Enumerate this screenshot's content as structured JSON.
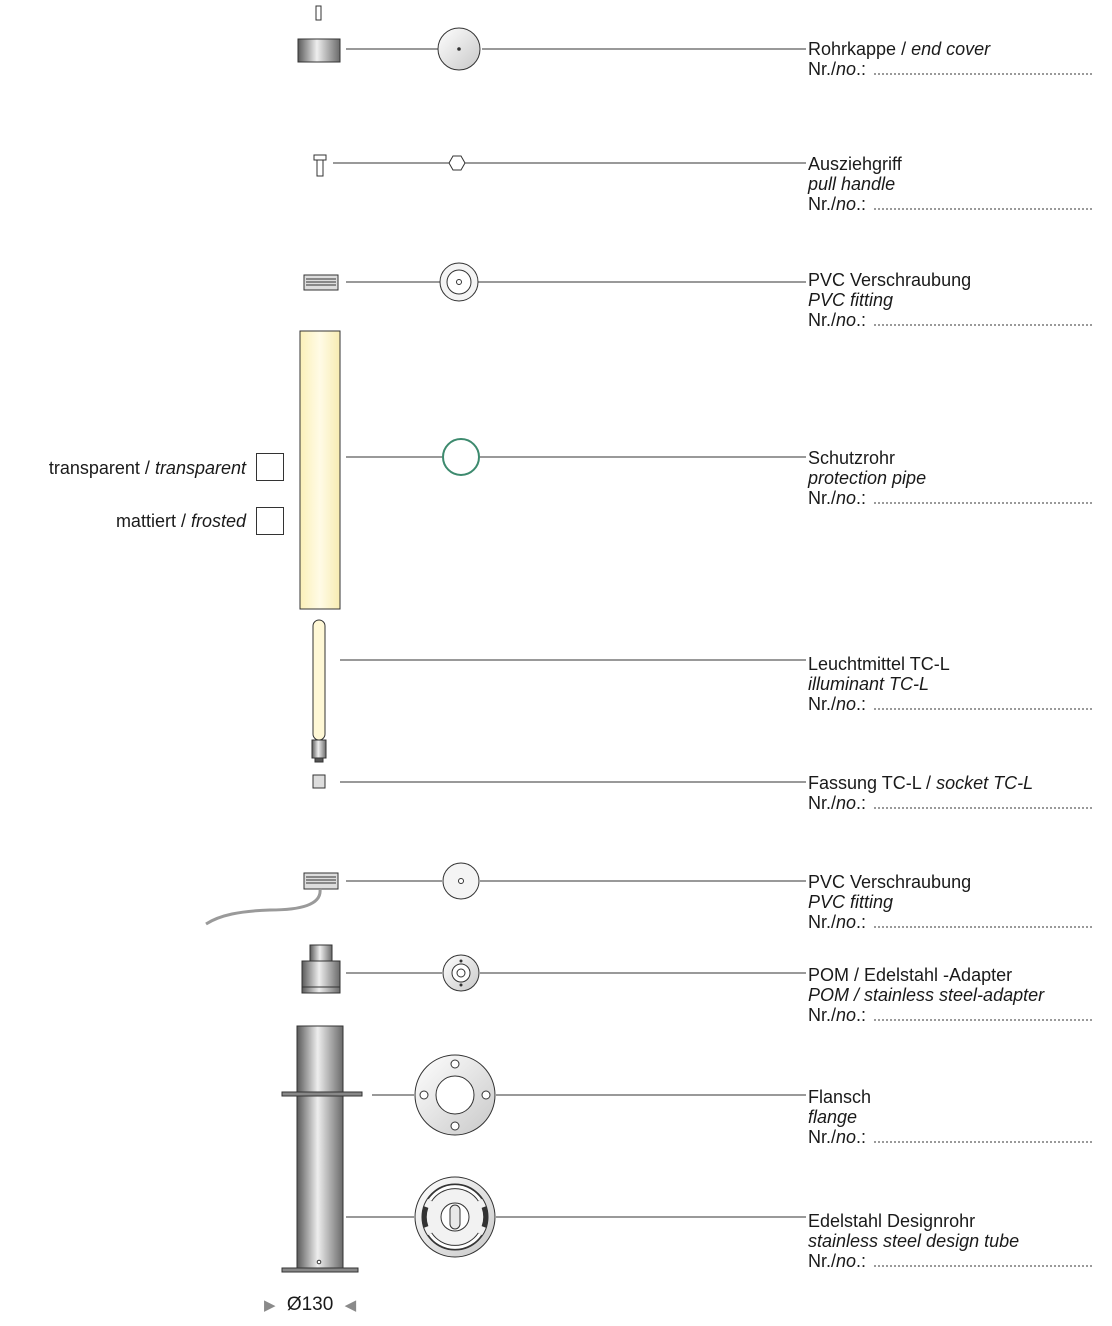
{
  "colors": {
    "line": "#333333",
    "metal_dark": "#555555",
    "metal_light": "#e6e6e6",
    "pipe_fill": "#fff8d6",
    "pipe_ring": "#3d8a6e",
    "cable": "#9a9a9a",
    "marker": "#8a8a8a"
  },
  "parts": [
    {
      "id": "end-cover",
      "de": "Rohrkappe",
      "sep": " / ",
      "en": "end cover",
      "no_label": "Nr./",
      "no_it": "no",
      "no_colon": ".:"
    },
    {
      "id": "pull-handle",
      "de": "Ausziehgriff",
      "en": "pull handle",
      "no_label": "Nr./",
      "no_it": "no",
      "no_colon": ".:"
    },
    {
      "id": "pvc-fitting-top",
      "de": "PVC Verschraubung",
      "en": "PVC fitting",
      "no_label": "Nr./",
      "no_it": "no",
      "no_colon": ".:"
    },
    {
      "id": "protection-pipe",
      "de": "Schutzrohr",
      "en": "protection pipe",
      "no_label": "Nr./",
      "no_it": "no",
      "no_colon": ".:"
    },
    {
      "id": "illuminant",
      "de": "Leuchtmittel TC-L",
      "en": "illuminant TC-L",
      "no_label": "Nr./",
      "no_it": "no",
      "no_colon": ".:"
    },
    {
      "id": "socket",
      "de": "Fassung TC-L",
      "sep": " / ",
      "en": "socket TC-L",
      "no_label": "Nr./",
      "no_it": "no",
      "no_colon": ".:"
    },
    {
      "id": "pvc-fitting-bottom",
      "de": "PVC Verschraubung",
      "en": "PVC fitting",
      "no_label": "Nr./",
      "no_it": "no",
      "no_colon": ".:"
    },
    {
      "id": "adapter",
      "de": "POM / Edelstahl -Adapter",
      "en": "POM / stainless steel-adapter",
      "no_label": "Nr./",
      "no_it": "no",
      "no_colon": ".:"
    },
    {
      "id": "flange",
      "de": "Flansch",
      "en": "flange",
      "no_label": "Nr./",
      "no_it": "no",
      "no_colon": ".:"
    },
    {
      "id": "design-tube",
      "de": "Edelstahl Designrohr",
      "en": "stainless steel design tube",
      "no_label": "Nr./",
      "no_it": "no",
      "no_colon": ".:"
    }
  ],
  "options": [
    {
      "de": "transparent",
      "sep": " / ",
      "en": "transparent"
    },
    {
      "de": "mattiert",
      "sep": " / ",
      "en": "frosted"
    }
  ],
  "dimension": {
    "left_marker": "▶",
    "value": "Ø130",
    "right_marker": "◀"
  }
}
